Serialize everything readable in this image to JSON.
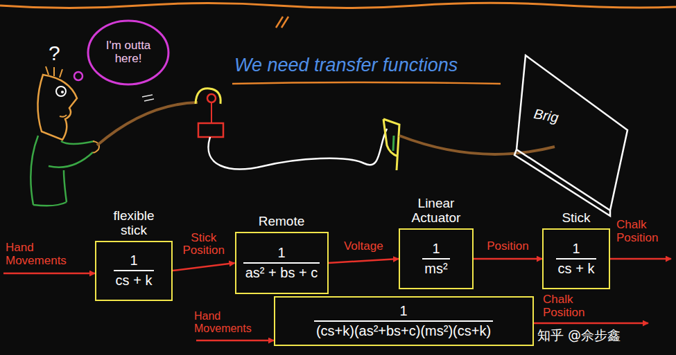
{
  "diagram": {
    "title": "We need transfer functions",
    "nodes": [
      {
        "text": [
          "flexible stick",
          "1",
          "cs + k"
        ]
      },
      {
        "text": [
          "Remote",
          "1",
          "as² + bs + c"
        ]
      },
      {
        "text": [
          "Linear Actuator",
          "1",
          "ms²"
        ]
      },
      {
        "text": [
          "Stick",
          "1",
          "cs + k"
        ]
      },
      {
        "text": [
          "1",
          "(cs+k)(as²+bs+c)(ms²)(cs+k)"
        ]
      }
    ],
    "edges": [
      {
        "from": 0,
        "to": 1,
        "label": "Stick Position",
        "arrow": "to"
      },
      {
        "from": 1,
        "to": 2,
        "label": "Voltage",
        "arrow": "to"
      },
      {
        "from": 2,
        "to": 3,
        "label": "Position",
        "arrow": "to"
      }
    ],
    "labels": [
      "?",
      "I'm outta here!",
      "Brig",
      "Hand Movements",
      "Chalk Position",
      "Hand Movements",
      "Chalk Position",
      "知乎 @佘步鑫"
    ]
  }
}
